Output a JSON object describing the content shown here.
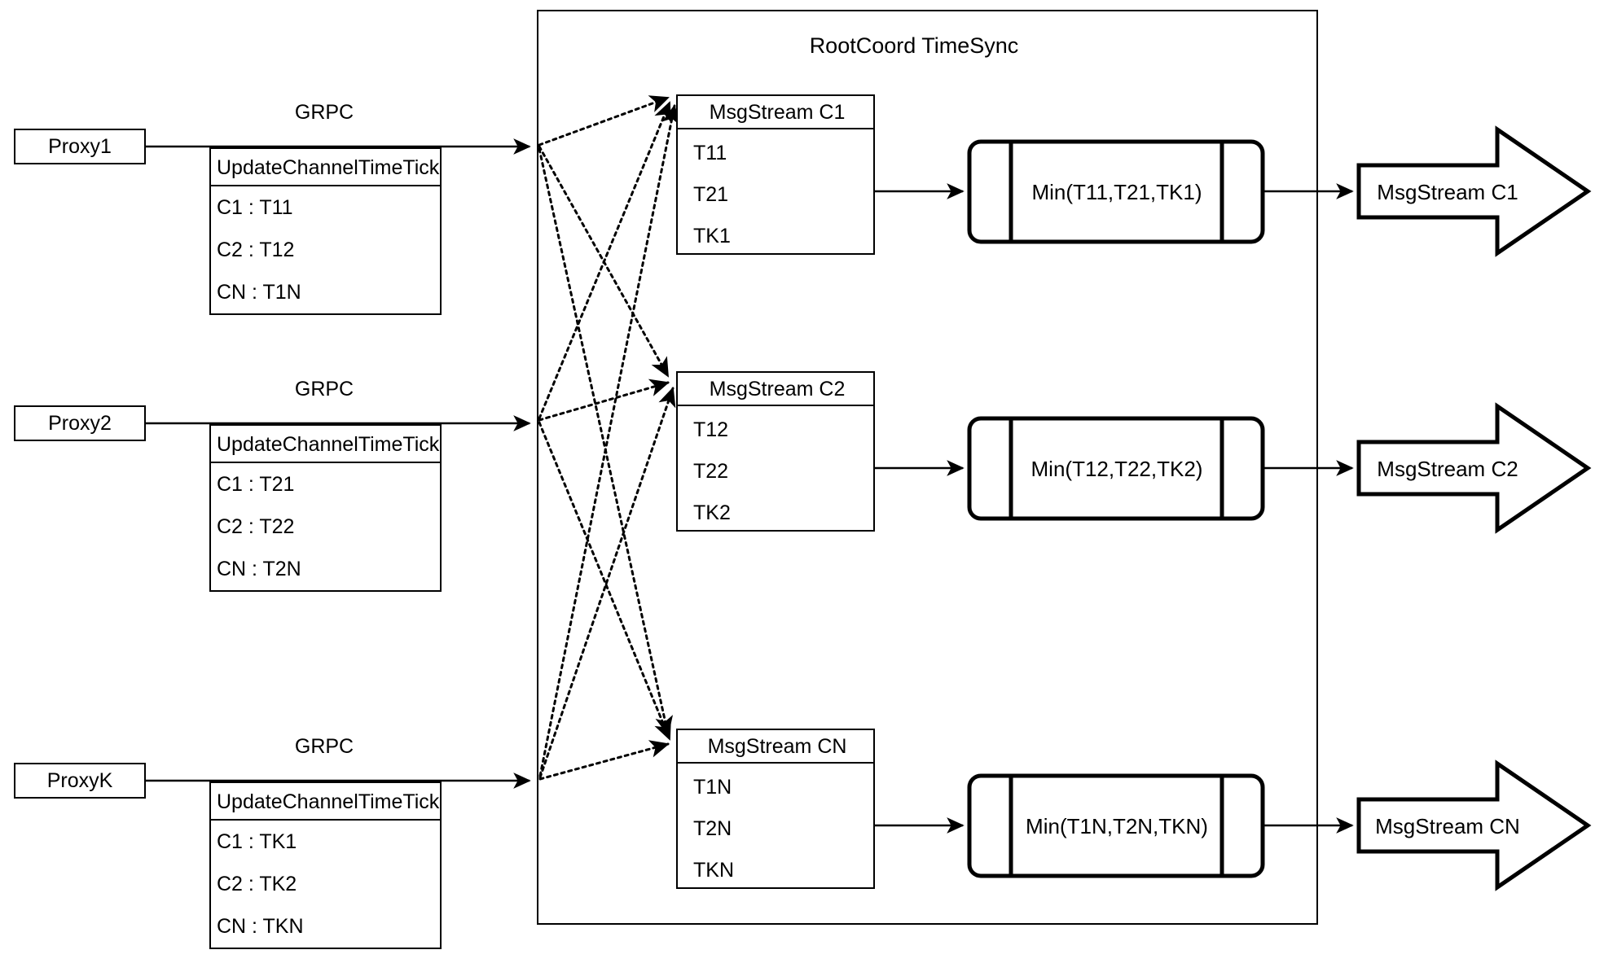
{
  "container": {
    "title": "RootCoord TimeSync"
  },
  "proxies": [
    {
      "name": "Proxy1",
      "link_label": "GRPC",
      "request": {
        "title": "UpdateChannelTimeTick",
        "rows": [
          "C1 :  T11",
          "C2 :  T12",
          "CN : T1N"
        ]
      }
    },
    {
      "name": "Proxy2",
      "link_label": "GRPC",
      "request": {
        "title": "UpdateChannelTimeTick",
        "rows": [
          "C1 :  T21",
          "C2 :  T22",
          "CN : T2N"
        ]
      }
    },
    {
      "name": "ProxyK",
      "link_label": "GRPC",
      "request": {
        "title": "UpdateChannelTimeTick",
        "rows": [
          "C1 :  TK1",
          "C2 :  TK2",
          "CN : TKN"
        ]
      }
    }
  ],
  "channels": [
    {
      "msgstream": {
        "title": "MsgStream C1",
        "rows": [
          "T11",
          "T21",
          "TK1"
        ]
      },
      "min_node": "Min(T11,T21,TK1)",
      "output": "MsgStream C1"
    },
    {
      "msgstream": {
        "title": "MsgStream C2",
        "rows": [
          "T12",
          "T22",
          "TK2"
        ]
      },
      "min_node": "Min(T12,T22,TK2)",
      "output": "MsgStream C2"
    },
    {
      "msgstream": {
        "title": "MsgStream CN",
        "rows": [
          "T1N",
          "T2N",
          "TKN"
        ]
      },
      "min_node": "Min(T1N,T2N,TKN)",
      "output": "MsgStream CN"
    }
  ],
  "colors": {
    "stroke": "#000000",
    "background": "#ffffff"
  }
}
